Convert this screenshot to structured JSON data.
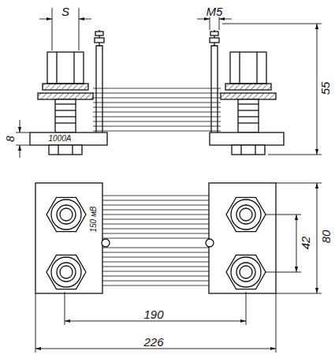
{
  "diagram": {
    "labels": [
      "S",
      "M5",
      "8",
      "55",
      "1000A",
      "150 мВ",
      "42",
      "80",
      "190",
      "226"
    ]
  }
}
